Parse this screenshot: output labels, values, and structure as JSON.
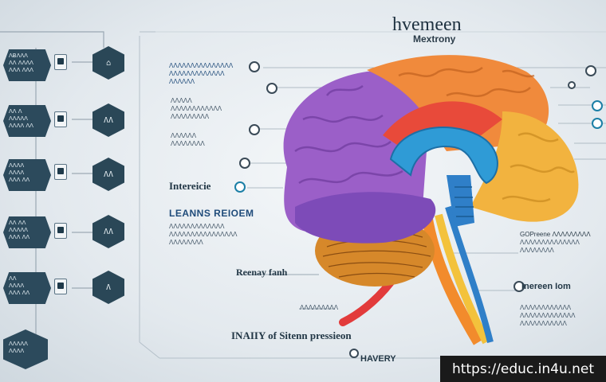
{
  "header": {
    "title": "hvemeen",
    "subtitle": "Mextrony"
  },
  "left_column": {
    "badges": [
      {
        "text": "ɅɃɅɅɅ\nɅɅ ɅɅɅɅ\nɅɅɅ ɅɅɅ",
        "icon_text": "⌂"
      },
      {
        "text": "ɅɅ Ʌ\nɅɅɅɅɅ\nɅɅɅɅ ɅɅ",
        "icon_text": "ɅɅ"
      },
      {
        "text": "ɅɅɅɅ\nɅɅɅɅ\nɅɅɅ ɅɅ",
        "icon_text": "ɅɅ"
      },
      {
        "text": "ɅɅ ɅɅ\nɅɅɅɅɅ\nɅɅɅ ɅɅ",
        "icon_text": "ɅɅ"
      },
      {
        "text": "ɅɅ\nɅɅɅɅ\nɅɅɅ ɅɅ",
        "icon_text": "Ʌ"
      },
      {
        "text": "ɅɅɅɅɅ\nɅɅɅɅ",
        "icon_text": ""
      }
    ]
  },
  "center_labels": {
    "block1": [
      "ɅɅɅɅɅɅɅɅɅɅɅɅɅɅɅ",
      "ɅɅɅɅɅɅɅɅɅɅɅɅɅ",
      "ɅɅɅɅɅɅ"
    ],
    "block2": [
      "ɅɅɅɅɅ",
      "ɅɅɅɅɅɅɅɅɅɅɅɅ",
      "ɅɅɅɅɅɅɅɅɅ"
    ],
    "block3": [
      "ɅɅɅɅɅɅ",
      "ɅɅɅɅɅɅɅɅ"
    ],
    "interstitial": "Intereicie",
    "heading2": "LEANNS REIOEM",
    "block4": [
      "ɅɅɅɅɅɅɅɅɅɅɅɅɅ",
      "ɅɅɅɅɅɅɅɅɅɅɅɅɅɅɅɅ",
      "ɅɅɅɅɅɅɅɅ"
    ],
    "memory": "Reenay fanh",
    "small_label": "ɅɅɅɅɅɅɅɅɅ",
    "bottom_caption": "INAIIY of Sitenn pressieon",
    "bottom_badge": "HAVERY"
  },
  "right_labels": {
    "block1": [
      "GOPreene ɅɅɅɅɅɅɅɅɅ",
      "ɅɅɅɅɅɅɅɅɅɅɅɅɅɅ",
      "ɅɅɅɅɅɅɅɅ"
    ],
    "heading": "Inereen Iom",
    "block2": [
      "ɅɅɅɅɅɅɅɅɅɅɅɅ",
      "ɅɅɅɅɅɅɅɅɅɅɅɅɅ",
      "ɅɅɅɅɅɅɅɅɅɅɅ"
    ]
  },
  "footer": {
    "url": "https://educ.in4u.net"
  },
  "colors": {
    "frontal": "#9b5fc8",
    "parietal": "#f08a3c",
    "occipital": "#f2b33f",
    "temporal": "#8b52c6",
    "corpus": "#2f9bd6",
    "cerebellum": "#d6882a",
    "red_stem": "#e23b3b"
  }
}
